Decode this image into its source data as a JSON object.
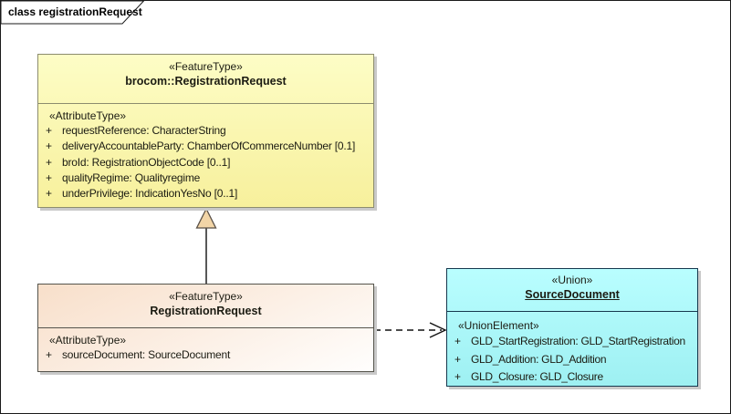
{
  "frame": {
    "label": "class registrationRequest"
  },
  "classes": [
    {
      "stereotype": "«FeatureType»",
      "name": "brocom::RegistrationRequest",
      "attr_stereotype": "«AttributeType»",
      "attributes": [
        {
          "vis": "+",
          "text": "requestReference: CharacterString"
        },
        {
          "vis": "+",
          "text": "deliveryAccountableParty: ChamberOfCommerceNumber [0.1]"
        },
        {
          "vis": "+",
          "text": "broId: RegistrationObjectCode [0..1]"
        },
        {
          "vis": "+",
          "text": "qualityRegime: Qualityregime"
        },
        {
          "vis": "+",
          "text": "underPrivilege: IndicationYesNo [0..1]"
        }
      ]
    },
    {
      "stereotype": "«FeatureType»",
      "name": "RegistrationRequest",
      "attr_stereotype": "«AttributeType»",
      "attributes": [
        {
          "vis": "+",
          "text": "sourceDocument: SourceDocument"
        }
      ]
    },
    {
      "stereotype": "«Union»",
      "name": "SourceDocument",
      "attr_stereotype": "«UnionElement»",
      "attributes": [
        {
          "vis": "+",
          "text": "GLD_StartRegistration: GLD_StartRegistration"
        },
        {
          "vis": "+",
          "text": "GLD_Addition: GLD_Addition"
        },
        {
          "vis": "+",
          "text": "GLD_Closure: GLD_Closure"
        }
      ]
    }
  ],
  "connectors": [
    {
      "type": "generalization",
      "from": "RegistrationRequest",
      "to": "brocom::RegistrationRequest"
    },
    {
      "type": "dependency",
      "from": "RegistrationRequest",
      "to": "SourceDocument"
    }
  ],
  "colors": {
    "yellow_class_top": "#fdfdc6",
    "yellow_class_bottom": "#f7f09c",
    "peach_class_top": "#f8dfca",
    "cyan_class_top": "#b9feff",
    "cyan_class_bottom": "#9ef0f2",
    "shadow": "#c9c9c9"
  }
}
